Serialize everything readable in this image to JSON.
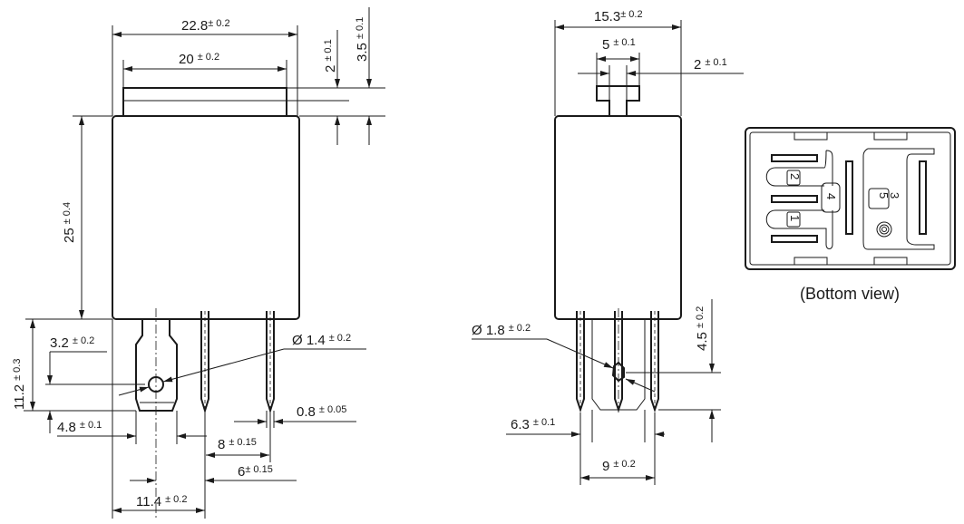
{
  "caption": "(Bottom view)",
  "pins": [
    "2",
    "4",
    "1",
    "3",
    "5"
  ],
  "dimensions": {
    "body_width": {
      "value": "22.8",
      "tol": "± 0.2"
    },
    "cap_width": {
      "value": "20",
      "tol": "± 0.2"
    },
    "cap_step": {
      "value": "2",
      "tol": "± 0.1"
    },
    "cap_height": {
      "value": "3.5",
      "tol": "± 0.1"
    },
    "body_height": {
      "value": "25",
      "tol": "± 0.4"
    },
    "pin_length": {
      "value": "11.2",
      "tol": "± 0.3"
    },
    "hole_offset": {
      "value": "3.2",
      "tol": "± 0.2"
    },
    "hole_dia_side": {
      "value": "Ø 1.4",
      "tol": "± 0.2"
    },
    "blade_width": {
      "value": "4.8",
      "tol": "± 0.1"
    },
    "pin_thickness": {
      "value": "0.8",
      "tol": "± 0.05"
    },
    "pin_pitch_8": {
      "value": "8",
      "tol": "± 0.15"
    },
    "pin_pitch_6": {
      "value": "6",
      "tol": "± 0.15"
    },
    "pin_offset": {
      "value": "11.4",
      "tol": "± 0.2"
    },
    "side_width": {
      "value": "15.3",
      "tol": "± 0.2"
    },
    "tab_width": {
      "value": "5",
      "tol": "± 0.1"
    },
    "tab_stem": {
      "value": "2",
      "tol": "± 0.1"
    },
    "hole_dia_front": {
      "value": "Ø 1.8",
      "tol": "± 0.2"
    },
    "hole_height": {
      "value": "4.5",
      "tol": "± 0.2"
    },
    "blade_width_front": {
      "value": "6.3",
      "tol": "± 0.1"
    },
    "pin_spacing": {
      "value": "9",
      "tol": "± 0.2"
    }
  }
}
